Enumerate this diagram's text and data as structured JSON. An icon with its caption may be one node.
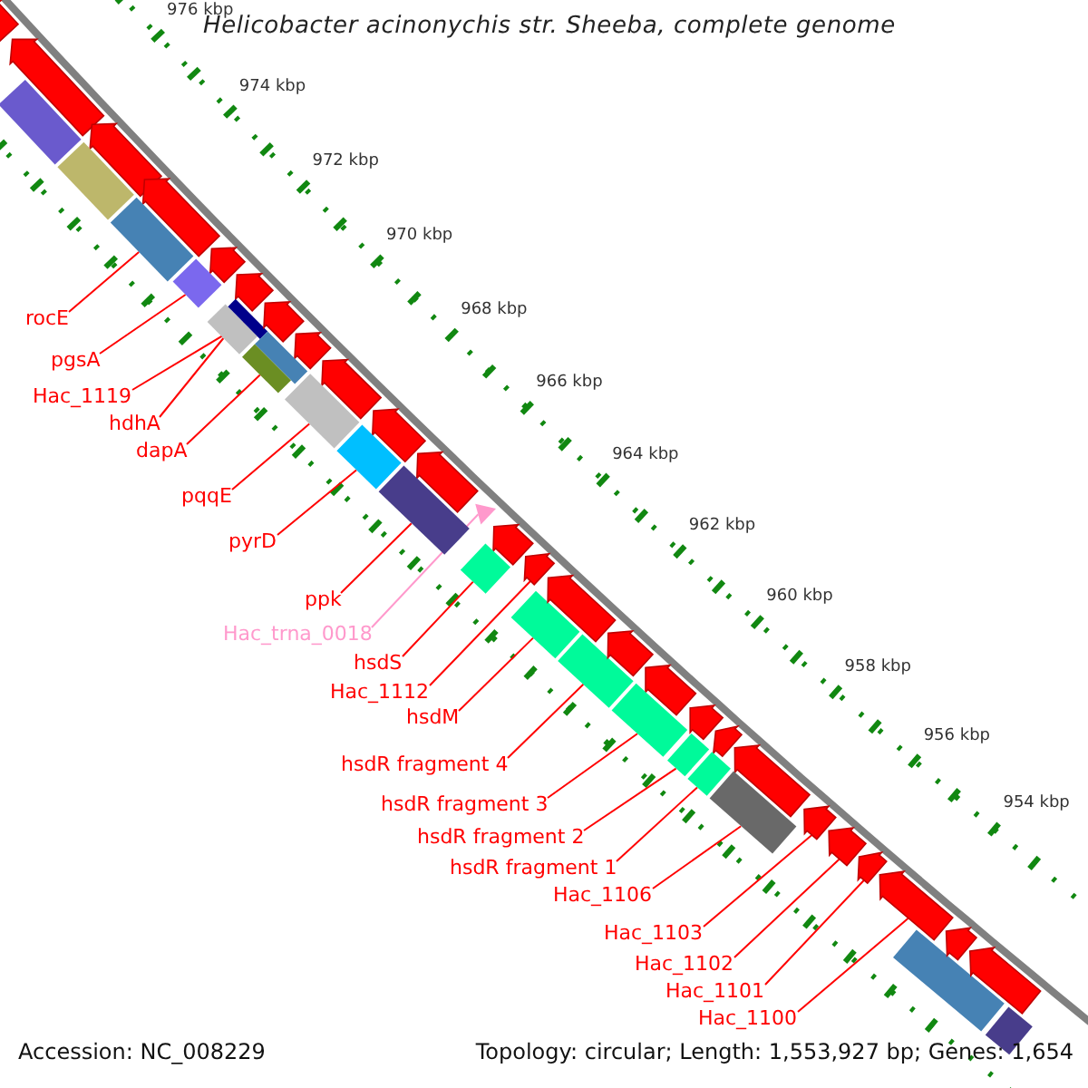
{
  "diagram": {
    "title": "Helicobacter acinonychis str. Sheeba, complete genome",
    "nodes": [
      {
        "text": [
          "rocE"
        ]
      },
      {
        "text": [
          "pgsA"
        ]
      },
      {
        "text": [
          "Hac_1119"
        ]
      },
      {
        "text": [
          "hdhA"
        ]
      },
      {
        "text": [
          "dapA"
        ]
      },
      {
        "text": [
          "pqqE"
        ]
      },
      {
        "text": [
          "pyrD"
        ]
      },
      {
        "text": [
          "ppk"
        ]
      },
      {
        "text": [
          "Hac_trna_0018"
        ]
      },
      {
        "text": [
          "hsdS"
        ]
      },
      {
        "text": [
          "Hac_1112"
        ]
      },
      {
        "text": [
          "hsdM"
        ]
      },
      {
        "text": [
          "hsdR fragment 4"
        ]
      },
      {
        "text": [
          "hsdR fragment 3"
        ]
      },
      {
        "text": [
          "hsdR fragment 2"
        ]
      },
      {
        "text": [
          "hsdR fragment 1"
        ]
      },
      {
        "text": [
          "Hac_1106"
        ]
      },
      {
        "text": [
          "Hac_1103"
        ]
      },
      {
        "text": [
          "Hac_1102"
        ]
      },
      {
        "text": [
          "Hac_1101"
        ]
      },
      {
        "text": [
          "Hac_1100"
        ]
      },
      {
        "text": [],
        "shape": "arrow"
      },
      {
        "text": [],
        "shape": "arrow"
      },
      {
        "text": [],
        "shape": "box"
      },
      {
        "text": [],
        "shape": "arrow"
      },
      {
        "text": [],
        "shape": "box"
      },
      {
        "text": [],
        "shape": "arrow"
      },
      {
        "text": [],
        "shape": "box"
      },
      {
        "text": [],
        "shape": "arrow"
      },
      {
        "text": [],
        "shape": "diamond"
      },
      {
        "text": [],
        "shape": "arrow"
      },
      {
        "text": [],
        "shape": "box"
      },
      {
        "text": [],
        "shape": "box"
      },
      {
        "text": [],
        "shape": "arrow"
      },
      {
        "text": [],
        "shape": "arrow"
      },
      {
        "text": [],
        "shape": "box"
      },
      {
        "text": [],
        "shape": "box"
      },
      {
        "text": [],
        "shape": "arrow"
      },
      {
        "text": [],
        "shape": "box"
      },
      {
        "text": [],
        "shape": "arrow"
      },
      {
        "text": [],
        "shape": "box"
      },
      {
        "text": [],
        "shape": "arrow"
      },
      {
        "text": [],
        "shape": "box"
      },
      {
        "text": [],
        "shape": "triangle"
      },
      {
        "text": [],
        "shape": "arrow"
      },
      {
        "text": [],
        "shape": "diamond"
      },
      {
        "text": [],
        "shape": "arrow"
      },
      {
        "text": [],
        "shape": "box"
      },
      {
        "text": [],
        "shape": "arrow"
      },
      {
        "text": [],
        "shape": "box"
      },
      {
        "text": [],
        "shape": "arrow"
      },
      {
        "text": [],
        "shape": "arrow"
      },
      {
        "text": [],
        "shape": "box"
      },
      {
        "text": [],
        "shape": "arrow"
      },
      {
        "text": [],
        "shape": "box"
      },
      {
        "text": [],
        "shape": "arrow"
      },
      {
        "text": [],
        "shape": "box"
      },
      {
        "text": [],
        "shape": "arrow"
      },
      {
        "text": [],
        "shape": "box"
      },
      {
        "text": [],
        "shape": "arrow"
      },
      {
        "text": [],
        "shape": "arrow"
      },
      {
        "text": [],
        "shape": "arrow"
      },
      {
        "text": [],
        "shape": "arrow"
      },
      {
        "text": [],
        "shape": "box"
      },
      {
        "text": [],
        "shape": "arrow"
      },
      {
        "text": [],
        "shape": "arrow"
      },
      {
        "text": [],
        "shape": "box"
      }
    ],
    "edges": [
      {
        "from": 0,
        "to": 27,
        "arrow": "none"
      },
      {
        "from": 1,
        "to": 29,
        "arrow": "none"
      },
      {
        "from": 2,
        "to": 32,
        "arrow": "none"
      },
      {
        "from": 3,
        "to": 31,
        "arrow": "none"
      },
      {
        "from": 4,
        "to": 36,
        "arrow": "none"
      },
      {
        "from": 5,
        "to": 38,
        "arrow": "none"
      },
      {
        "from": 6,
        "to": 40,
        "arrow": "none"
      },
      {
        "from": 7,
        "to": 42,
        "arrow": "none"
      },
      {
        "from": 8,
        "to": 43,
        "arrow": "none",
        "color": "#ff99cc"
      },
      {
        "from": 9,
        "to": 45,
        "arrow": "none"
      },
      {
        "from": 10,
        "to": 46,
        "arrow": "none"
      },
      {
        "from": 11,
        "to": 47,
        "arrow": "none"
      },
      {
        "from": 12,
        "to": 49,
        "arrow": "none"
      },
      {
        "from": 13,
        "to": 52,
        "arrow": "none"
      },
      {
        "from": 14,
        "to": 54,
        "arrow": "none"
      },
      {
        "from": 15,
        "to": 56,
        "arrow": "none"
      },
      {
        "from": 16,
        "to": 58,
        "arrow": "none"
      },
      {
        "from": 17,
        "to": 59,
        "arrow": "none"
      },
      {
        "from": 18,
        "to": 60,
        "arrow": "none"
      },
      {
        "from": 19,
        "to": 61,
        "arrow": "none"
      },
      {
        "from": 20,
        "to": 62,
        "arrow": "none"
      }
    ],
    "labels": [
      "976 kbp",
      "974 kbp",
      "972 kbp",
      "970 kbp",
      "968 kbp",
      "966 kbp",
      "964 kbp",
      "962 kbp",
      "960 kbp",
      "958 kbp",
      "956 kbp",
      "954 kbp",
      "Accession: NC_008229",
      "Topology: circular; Length: 1,553,927 bp; Genes: 1,654"
    ]
  }
}
